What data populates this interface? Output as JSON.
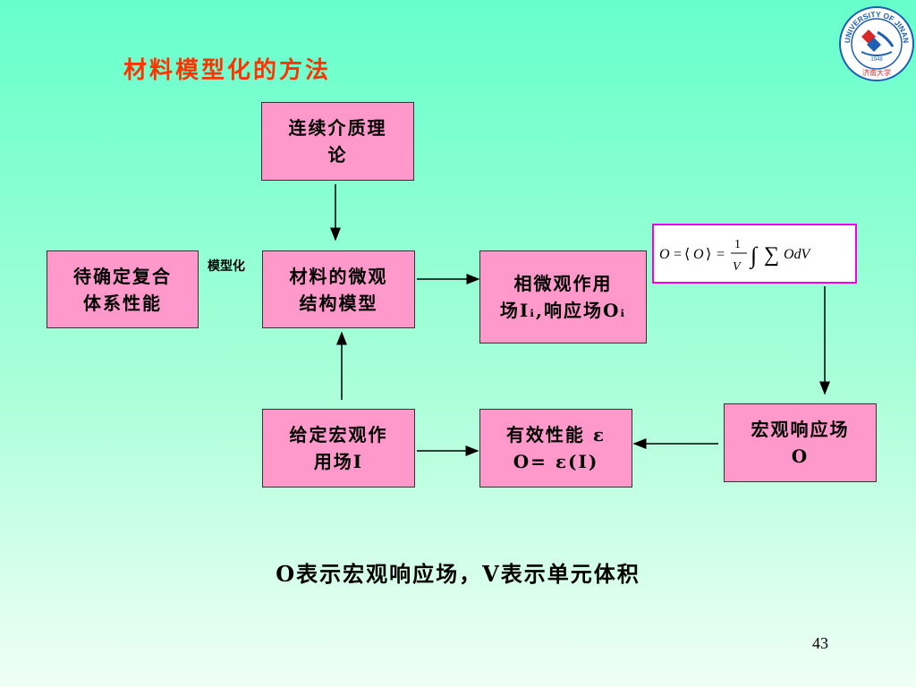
{
  "slide": {
    "title": "材料模型化的方法",
    "page_number": "43",
    "caption": "O表示宏观响应场，V表示单元体积"
  },
  "logo": {
    "top_text": "UNIVERSITY OF JINAN",
    "year": "1948",
    "bottom_text": "济南大学"
  },
  "boxes": {
    "continuum": [
      "连续介质理",
      "论"
    ],
    "to_determine": [
      "待确定复合",
      "体系性能"
    ],
    "micro_model": [
      "材料的微观",
      "结构模型"
    ],
    "micro_field": [
      "相微观作用",
      "场Iᵢ,响应场Oᵢ"
    ],
    "given_field": [
      "给定宏观作",
      "用场I"
    ],
    "effective": [
      "有效性能 ε",
      "O= ε(I)"
    ],
    "macro_response": [
      "宏观响应场",
      "O"
    ]
  },
  "labels": {
    "modeling": "模型化"
  },
  "formula": "O = ⟨O⟩ = (1/V) ∫ Σ O dV",
  "colors": {
    "title": "#ff3300",
    "box_fill": "#ff99cc",
    "formula_border": "#ee00ee",
    "logo_blue": "#1f5fb4",
    "logo_red": "#d62828"
  }
}
